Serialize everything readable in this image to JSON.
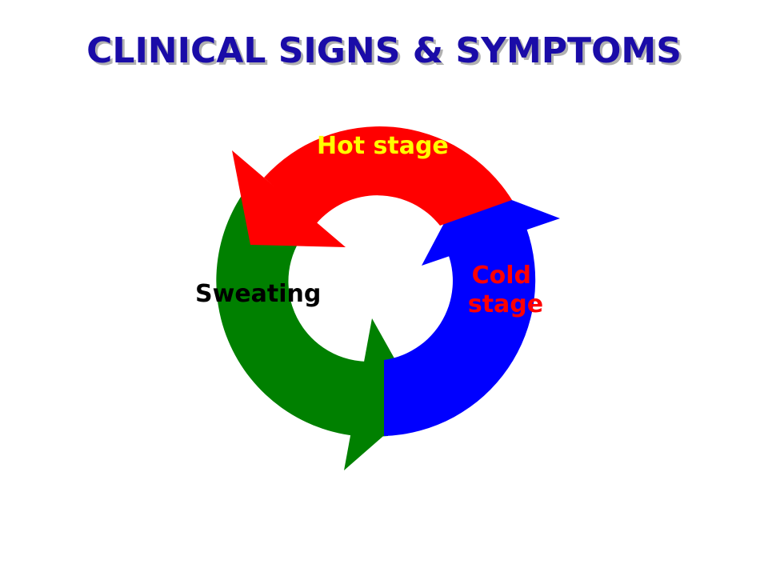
{
  "title": {
    "text": "CLINICAL SIGNS & SYMPTOMS",
    "color": "#1a0ca8"
  },
  "cycle": {
    "stages": [
      {
        "key": "hot",
        "label_lines": [
          "Hot stage"
        ],
        "label_color": "#ffff00",
        "arrow_color": "#ff0000"
      },
      {
        "key": "cold",
        "label_lines": [
          "Cold",
          "stage"
        ],
        "label_color": "#ff0000",
        "arrow_color": "#0000ff"
      },
      {
        "key": "sweating",
        "label_lines": [
          "Sweating"
        ],
        "label_color": "#000000",
        "arrow_color": "#008000"
      }
    ]
  }
}
